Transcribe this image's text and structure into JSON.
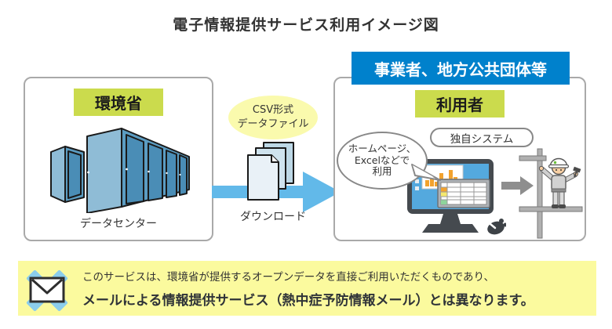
{
  "title": "電子情報提供サービス利用イメージ図",
  "provider": {
    "label": "環境省",
    "caption": "データセンター",
    "icon": "server-racks-icon"
  },
  "transfer": {
    "bubble": {
      "line1": "CSV形式",
      "line2": "データファイル"
    },
    "caption": "ダウンロード",
    "icons": {
      "files": "document-stack-icon",
      "flow": "download-arrow-icon"
    }
  },
  "consumer": {
    "header": "事業者、地方公共団体等",
    "label": "利用者",
    "speech_bubble": {
      "line1": "ホームページ、",
      "line2": "Excelなどで",
      "line3": "利用"
    },
    "system_label": "独自システム",
    "icons": {
      "pc": "monitor-chart-icon",
      "mouse": "mouse-icon",
      "flow": "arrow-right-icon",
      "worker": "construction-worker-icon"
    }
  },
  "note": {
    "line1": "このサービスは、環境省が提供するオープンデータを直接ご利用いただくものであり、",
    "line2": "メールによる情報提供サービス（熱中症予防情報メール）とは異なります。",
    "icon": "no-email-icon"
  },
  "colors": {
    "header_blue": "#0081cc",
    "label_green": "#cbdb4d",
    "csv_bubble_yellow": "#fafaad",
    "note_yellow": "#fbfa9e",
    "arrow_blue": "#62b9e9",
    "cross_blue": "#8bcdec",
    "screen_blue": "#54a9de",
    "bar_orange": "#f2a22e",
    "server_blue": "#5b9cc2",
    "text_dark": "#333333"
  }
}
